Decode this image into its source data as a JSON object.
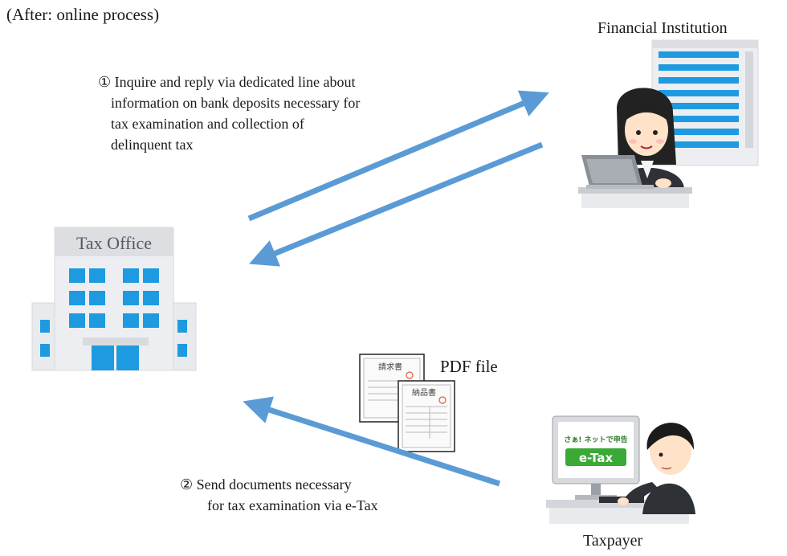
{
  "header": {
    "note": "(After: online process)"
  },
  "entities": {
    "financial_institution": "Financial Institution",
    "tax_office": "Tax Office",
    "taxpayer": "Taxpayer",
    "pdf_file": "PDF file"
  },
  "documents": {
    "invoice_title": "請求書",
    "delivery_note_title": "納品書"
  },
  "etax_screen": {
    "tagline": "さぁ! ネットで申告",
    "logo": "e-Tax"
  },
  "flows": {
    "step1": {
      "line1": "① Inquire and reply via dedicated line about",
      "line2": "information on bank deposits necessary for",
      "line3": "tax examination and collection of",
      "line4": "delinquent tax"
    },
    "step2": {
      "line1": "② Send documents necessary",
      "line2": "for tax examination via e-Tax"
    }
  },
  "colors": {
    "arrow": "#5b9bd5",
    "window_blue": "#1e9be0",
    "building_gray": "#e9eaed",
    "etax_green": "#3aa935"
  }
}
